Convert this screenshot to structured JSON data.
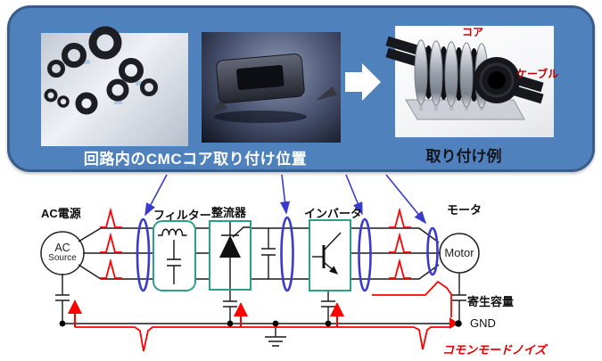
{
  "banner": {
    "caption_position": "回路内のCMCコア取り付け位置",
    "caption_example": "取り付け例",
    "label_core": "コア",
    "label_cable": "ケーブル"
  },
  "circuit": {
    "label_ac_power": "AC電源",
    "ac_circle_line1": "AC",
    "ac_circle_line2": "Source",
    "label_filter": "フィルター",
    "label_rectifier": "整流器",
    "label_inverter": "インバータ",
    "label_motor": "モータ",
    "motor_circle": "Motor",
    "label_parasitic_capacitance": "寄生容量",
    "label_gnd": "GND",
    "label_common_mode_noise": "コモンモードノイズ"
  },
  "colors": {
    "banner_fill": "#4f81bd",
    "banner_border": "#385d8a",
    "component_box_teal": "#2aa08c",
    "cmc_ellipse_blue": "#3a3ad0",
    "noise_red": "#ff0000",
    "photo_label_red": "#c00000"
  }
}
